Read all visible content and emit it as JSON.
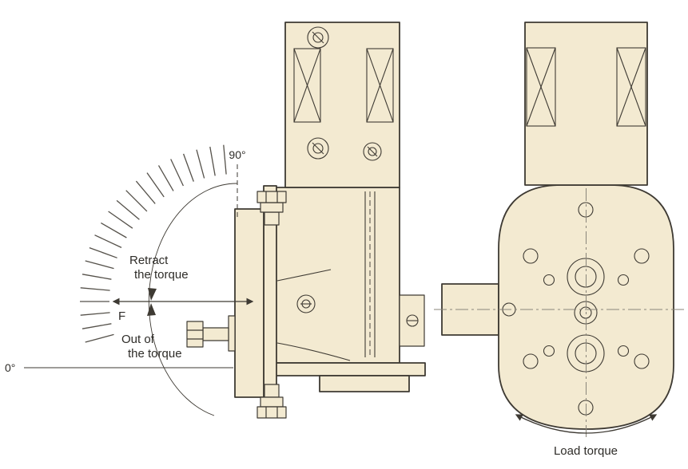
{
  "drawing": {
    "left_view": {
      "swing_labels": {
        "max_angle": "90°",
        "min_angle": "0°",
        "force": "F",
        "retract_torque_line1": "Retract",
        "retract_torque_line2": "the torque",
        "out_torque_line1": "Out of",
        "out_torque_line2": "the torque"
      }
    },
    "right_view": {
      "load_torque_label": "Load torque"
    },
    "colors": {
      "body_fill": "#f3ead1",
      "outline": "#3e3a33",
      "centerline": "#8a857a",
      "tick": "#55514a"
    }
  }
}
